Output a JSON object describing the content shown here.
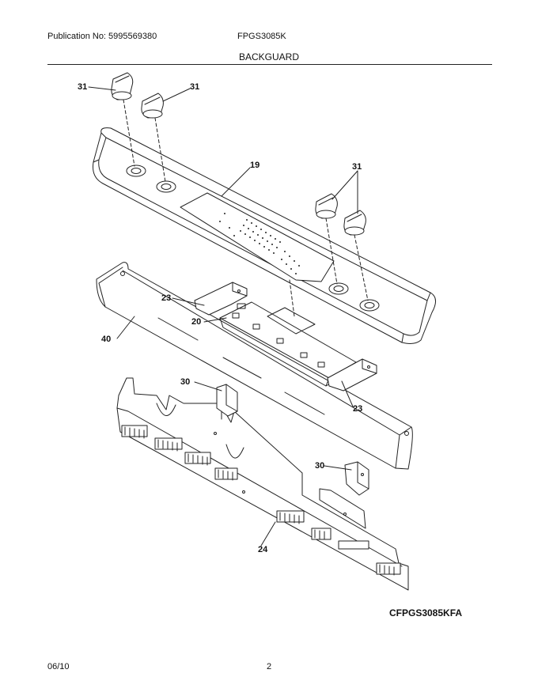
{
  "header": {
    "publication": "Publication No: 5995569380",
    "model": "FPGS3085K",
    "section_title": "BACKGUARD"
  },
  "callouts": {
    "knob_a": "31",
    "knob_b": "31",
    "knob_c": "31",
    "panel": "19",
    "bracket_upper": "23",
    "control_board": "20",
    "trim": "40",
    "bracket_lower": "23",
    "bracket_30_left": "30",
    "bracket_30_right": "30",
    "back_panel": "24"
  },
  "figure_code": "CFPGS3085KFA",
  "footer": {
    "date": "06/10",
    "page": "2"
  }
}
